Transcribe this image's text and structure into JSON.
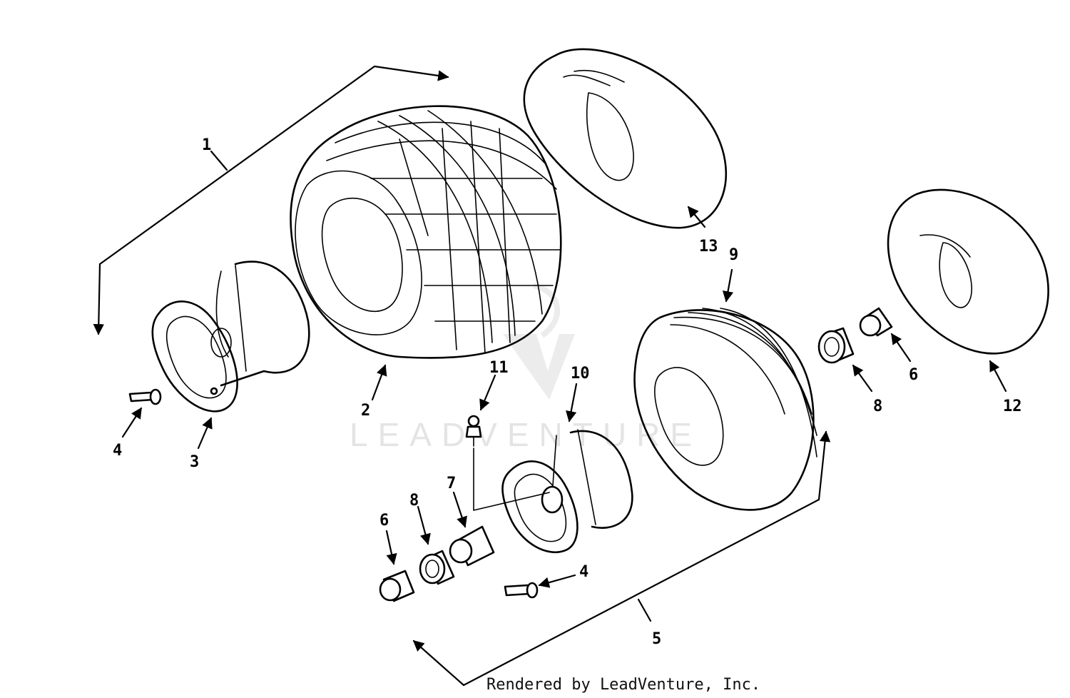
{
  "watermark": {
    "text": "LEADVENTURE",
    "color": "#e4e4e4"
  },
  "footer": {
    "text": "Rendered by LeadVenture, Inc."
  },
  "callouts": {
    "c1": "1",
    "c2": "2",
    "c3": "3",
    "c4a": "4",
    "c4b": "4",
    "c5": "5",
    "c6a": "6",
    "c6b": "6",
    "c7": "7",
    "c8a": "8",
    "c8b": "8",
    "c9": "9",
    "c10": "10",
    "c11": "11",
    "c12": "12",
    "c13": "13"
  },
  "colors": {
    "line": "#000000",
    "background": "#ffffff"
  }
}
